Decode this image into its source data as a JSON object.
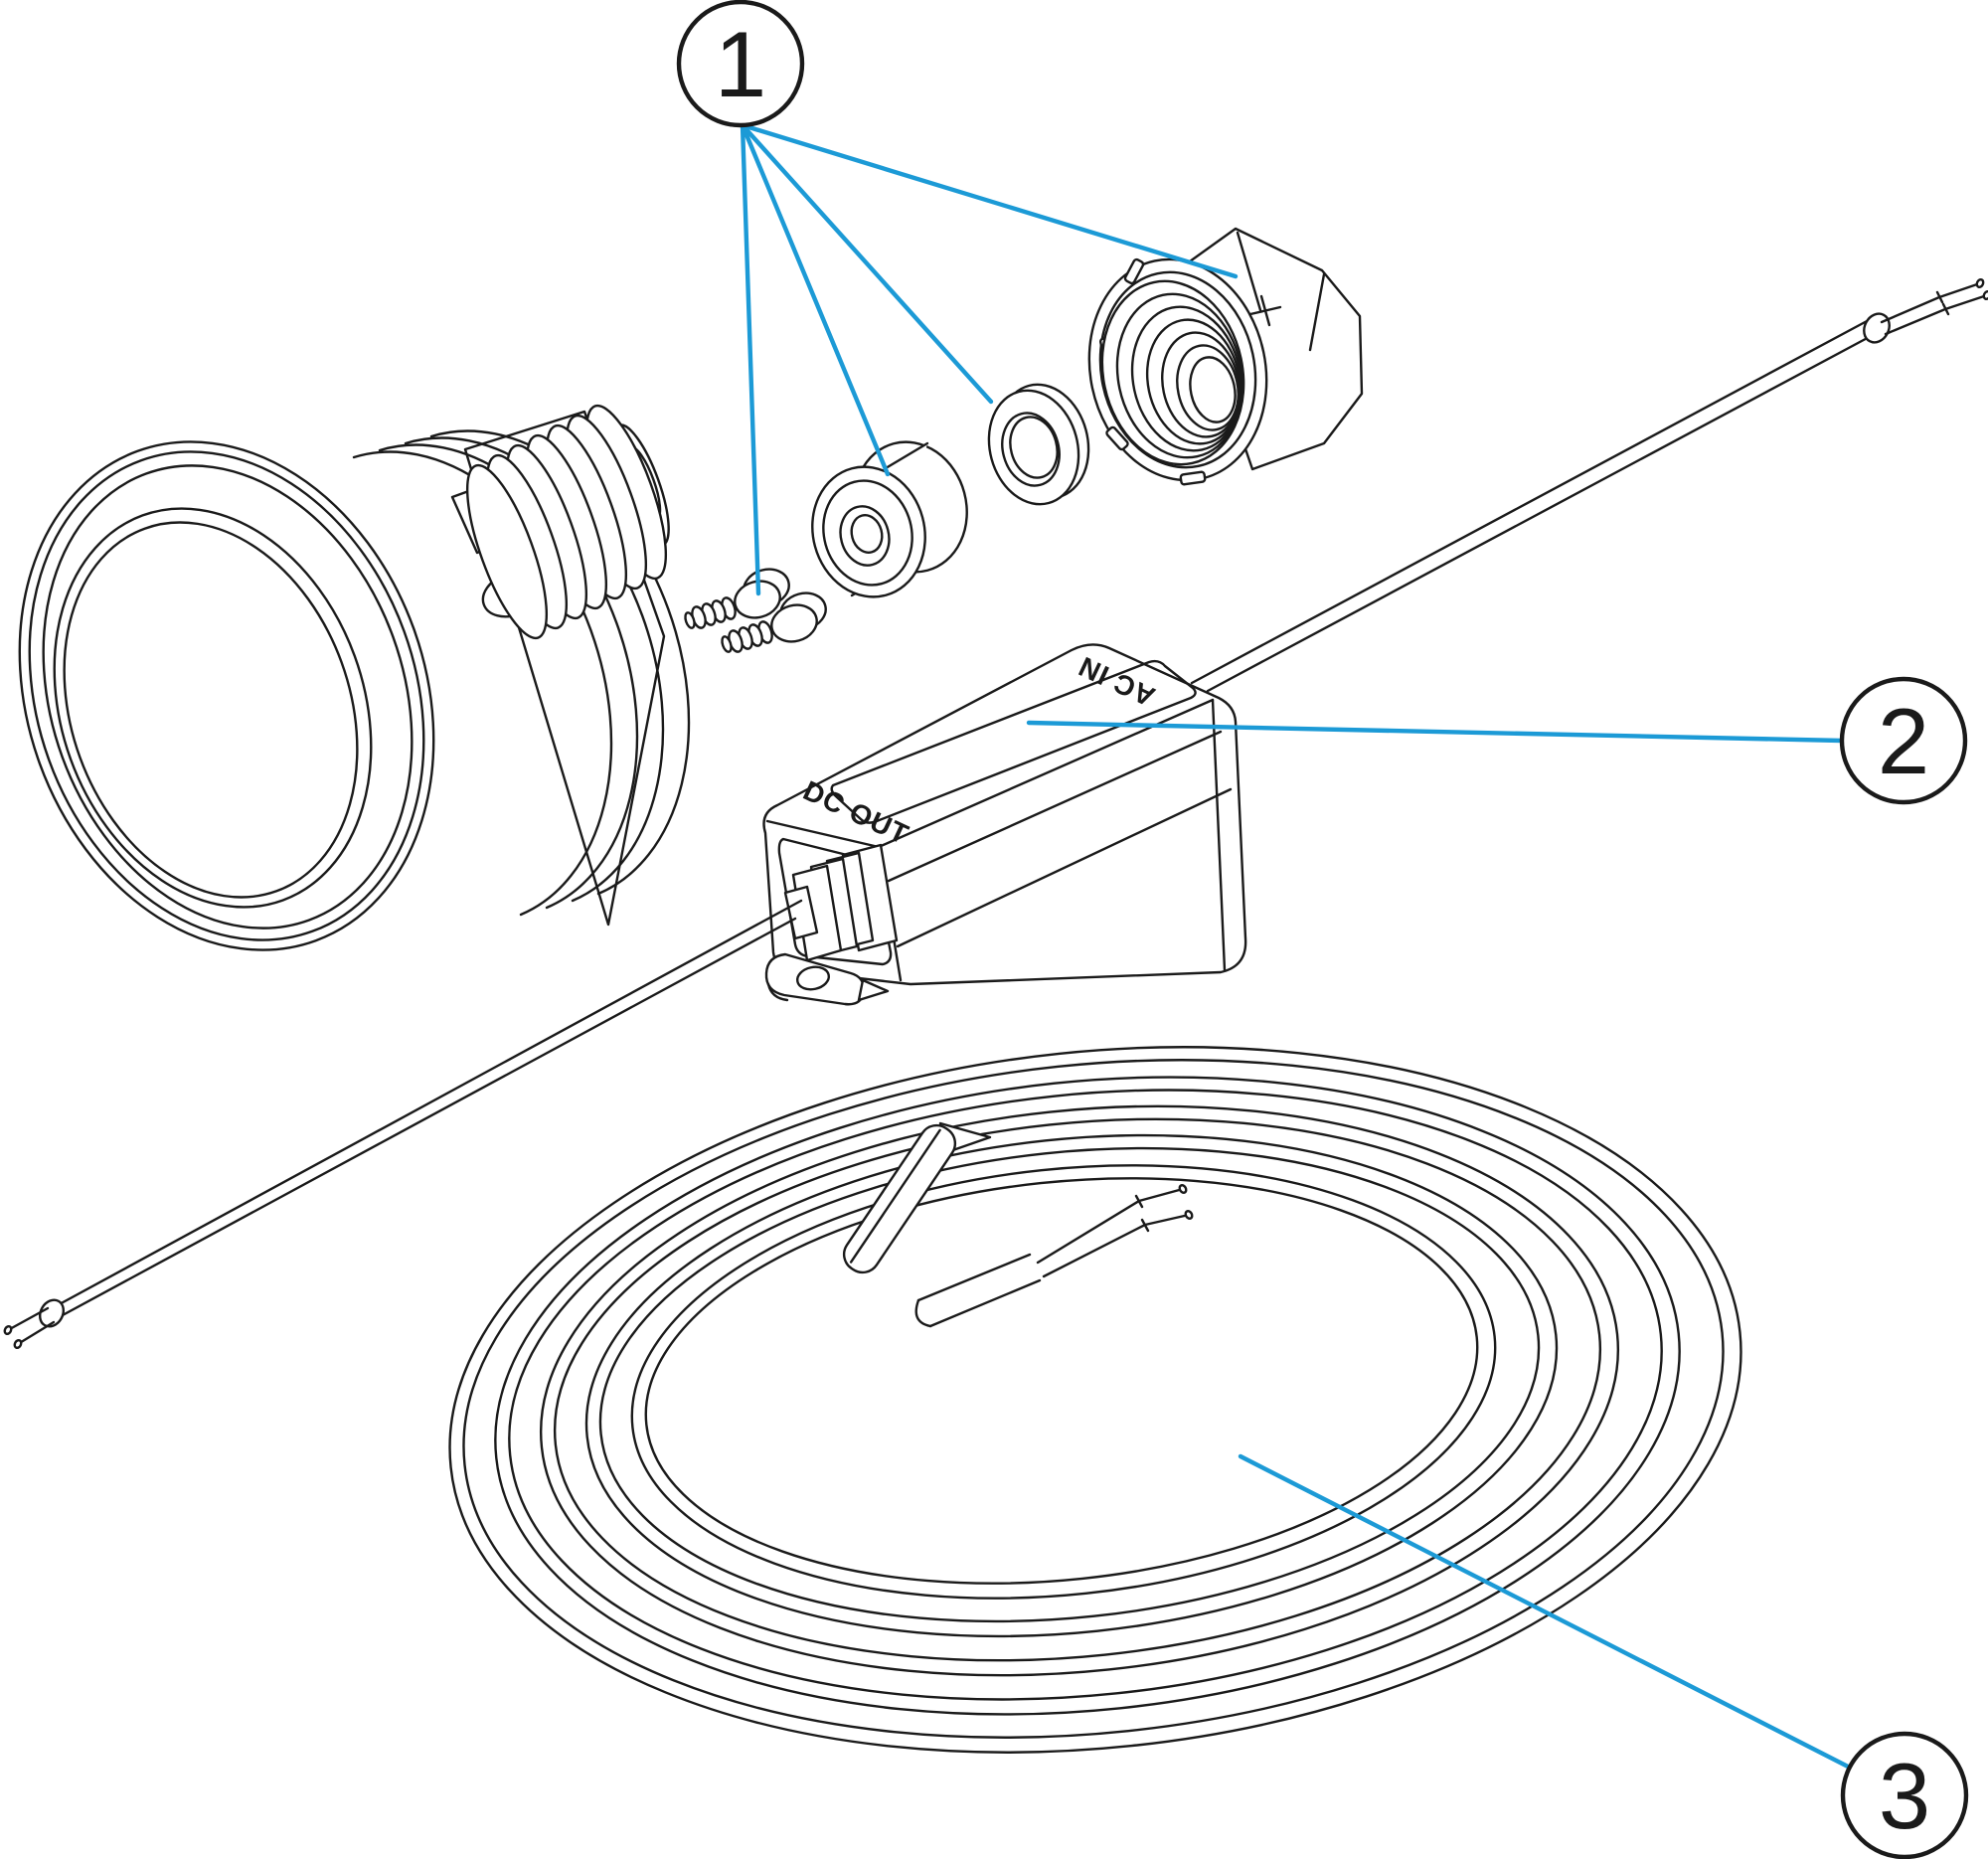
{
  "labels": {
    "ac_in": "AC IN",
    "dc_out": "DC OUT"
  },
  "callouts": [
    {
      "number": "1"
    },
    {
      "number": "2"
    },
    {
      "number": "3"
    }
  ],
  "colors": {
    "leader_line": "#1C9AD6",
    "line_art": "#1A1A1A",
    "background": "#FFFFFF"
  }
}
